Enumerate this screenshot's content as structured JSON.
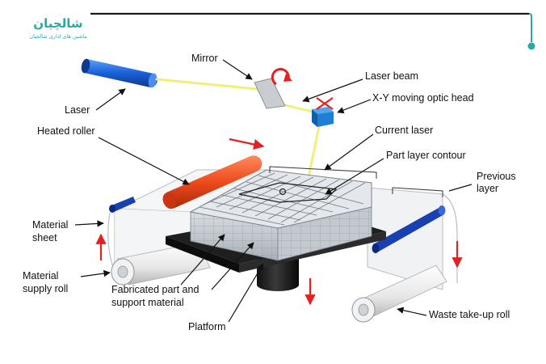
{
  "brand": {
    "name": "شالچیان",
    "tagline": "ماشین های اداری شالچیان",
    "accent_color": "#2aa8a2"
  },
  "diagram": {
    "labels": {
      "mirror": "Mirror",
      "laser_beam": "Laser beam",
      "laser": "Laser",
      "xy_head": "X-Y moving optic head",
      "heated_roller": "Heated roller",
      "current_laser": "Current laser",
      "part_layer_contour": "Part layer contour",
      "previous_layer_line1": "Previous",
      "previous_layer_line2": "layer",
      "material_sheet_line1": "Material",
      "material_sheet_line2": "sheet",
      "material_supply_line1": "Material",
      "material_supply_line2": "supply roll",
      "fabricated_line1": "Fabricated part and",
      "fabricated_line2": "support material",
      "platform": "Platform",
      "waste_roll": "Waste take-up roll"
    },
    "colors": {
      "laser_body": "#1a5fd6",
      "laser_beam": "#f2ee7a",
      "heated_roller": "#ee4a1c",
      "optic_head": "#1e7fd4",
      "arrow_red": "#e52020",
      "platform": "#1f1f1f",
      "guide_roller": "#1a3fb0"
    }
  }
}
